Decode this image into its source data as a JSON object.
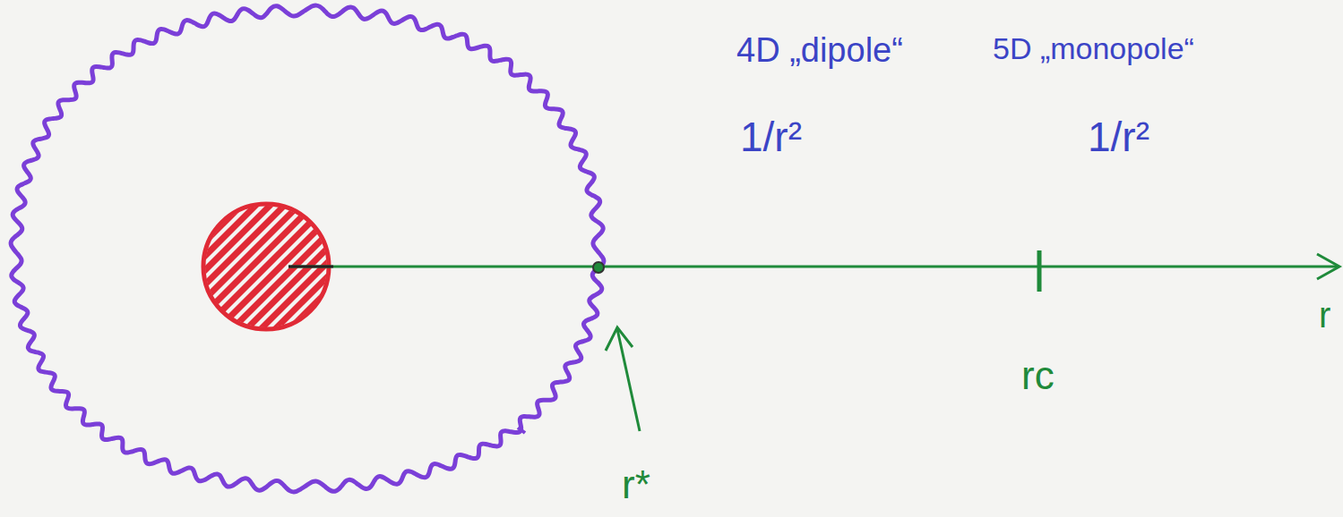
{
  "diagram": {
    "labels": [
      "4D „dipole“",
      "5D „monopole“",
      "1/r²",
      "1/r²",
      "r*",
      "rc",
      "r"
    ]
  }
}
